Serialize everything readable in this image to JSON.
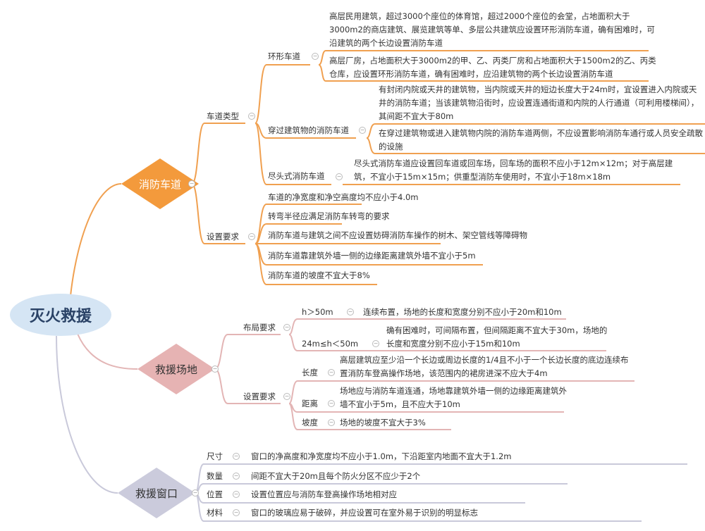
{
  "root": "灭火救援",
  "colors": {
    "orange": "#f0a050",
    "pink": "#e3b5b5",
    "gray": "#c9c9da",
    "root": "#d5e5f4"
  },
  "fire_lane": {
    "title": "消防车道",
    "lane_types": {
      "label": "车道类型",
      "ring": {
        "label": "环形车道",
        "items": [
          "高层民用建筑，超过3000个座位的体育馆，超过2000个座位的会堂，占地面积大于3000m2的商店建筑、展览建筑等单、多层公共建筑应设置环形消防车道，确有困难时，可沿建筑的两个长边设置消防车道",
          "高层厂房，占地面积大于3000m2的甲、乙、丙类厂房和占地面积大于1500m2的乙、丙类仓库，应设置环形消防车道，确有困难时，应沿建筑物的两个长边设置消防车道"
        ]
      },
      "through": {
        "label": "穿过建筑物的消防车道",
        "items": [
          "有封闭内院或天井的建筑物，当内院或天井的短边长度大于24m时，宜设置进入内院或天井的消防车道；当该建筑物沿街时，应设置连通街道和内院的人行通道（可利用楼梯间），其间距不宜大于80m",
          "在穿过建筑物或进入建筑物内院的消防车道两侧，不应设置影响消防车通行或人员安全疏散的设施"
        ]
      },
      "dead_end": {
        "label": "尽头式消防车道",
        "items": [
          "尽头式消防车道应设置回车道或回车场，回车场的面积不应小于12m×12m；对于高层建筑，不宜小于15m×15m；供重型消防车使用时，不宜小于18m×18m"
        ]
      }
    },
    "requirements": {
      "label": "设置要求",
      "items": [
        "车道的净宽度和净空高度均不应小于4.0m",
        "转弯半径应满足消防车转弯的要求",
        "消防车道与建筑之间不应设置妨碍消防车操作的树木、架空管线等障碍物",
        "消防车道靠建筑外墙一侧的边缘距离建筑外墙不宜小于5m",
        "消防车道的坡度不宜大于8%"
      ]
    }
  },
  "rescue_site": {
    "title": "救援场地",
    "layout": {
      "label": "布局要求",
      "items": [
        {
          "label": "h＞50m",
          "text": "连续布置，场地的长度和宽度分别不应小于20m和10m"
        },
        {
          "label": "24m≤h＜50m",
          "text": "确有困难时，可间隔布置，但间隔距离不宜大于30m，场地的长度和宽度分别不应小于15m和10m"
        }
      ]
    },
    "requirements": {
      "label": "设置要求",
      "items": [
        {
          "label": "长度",
          "text": "高层建筑应至少沿一个长边或周边长度的1/4且不小于一个长边长度的底边连续布置消防车登高操作场地，该范围内的裙房进深不应大于4m"
        },
        {
          "label": "距离",
          "text": "场地应与消防车道连通，场地靠建筑外墙一侧的边缘距离建筑外墙不宜小于5m，且不应大于10m"
        },
        {
          "label": "坡度",
          "text": "场地的坡度不宜大于3%"
        }
      ]
    }
  },
  "rescue_window": {
    "title": "救援窗口",
    "items": [
      {
        "label": "尺寸",
        "text": "窗口的净高度和净宽度均不应小于1.0m，下沿距室内地面不宜大于1.2m"
      },
      {
        "label": "数量",
        "text": "间距不宜大于20m且每个防火分区不应少于2个"
      },
      {
        "label": "位置",
        "text": "设置位置应与消防车登高操作场地相对应"
      },
      {
        "label": "材料",
        "text": "窗口的玻璃应易于破碎，并应设置可在室外易于识别的明显标志"
      }
    ]
  }
}
